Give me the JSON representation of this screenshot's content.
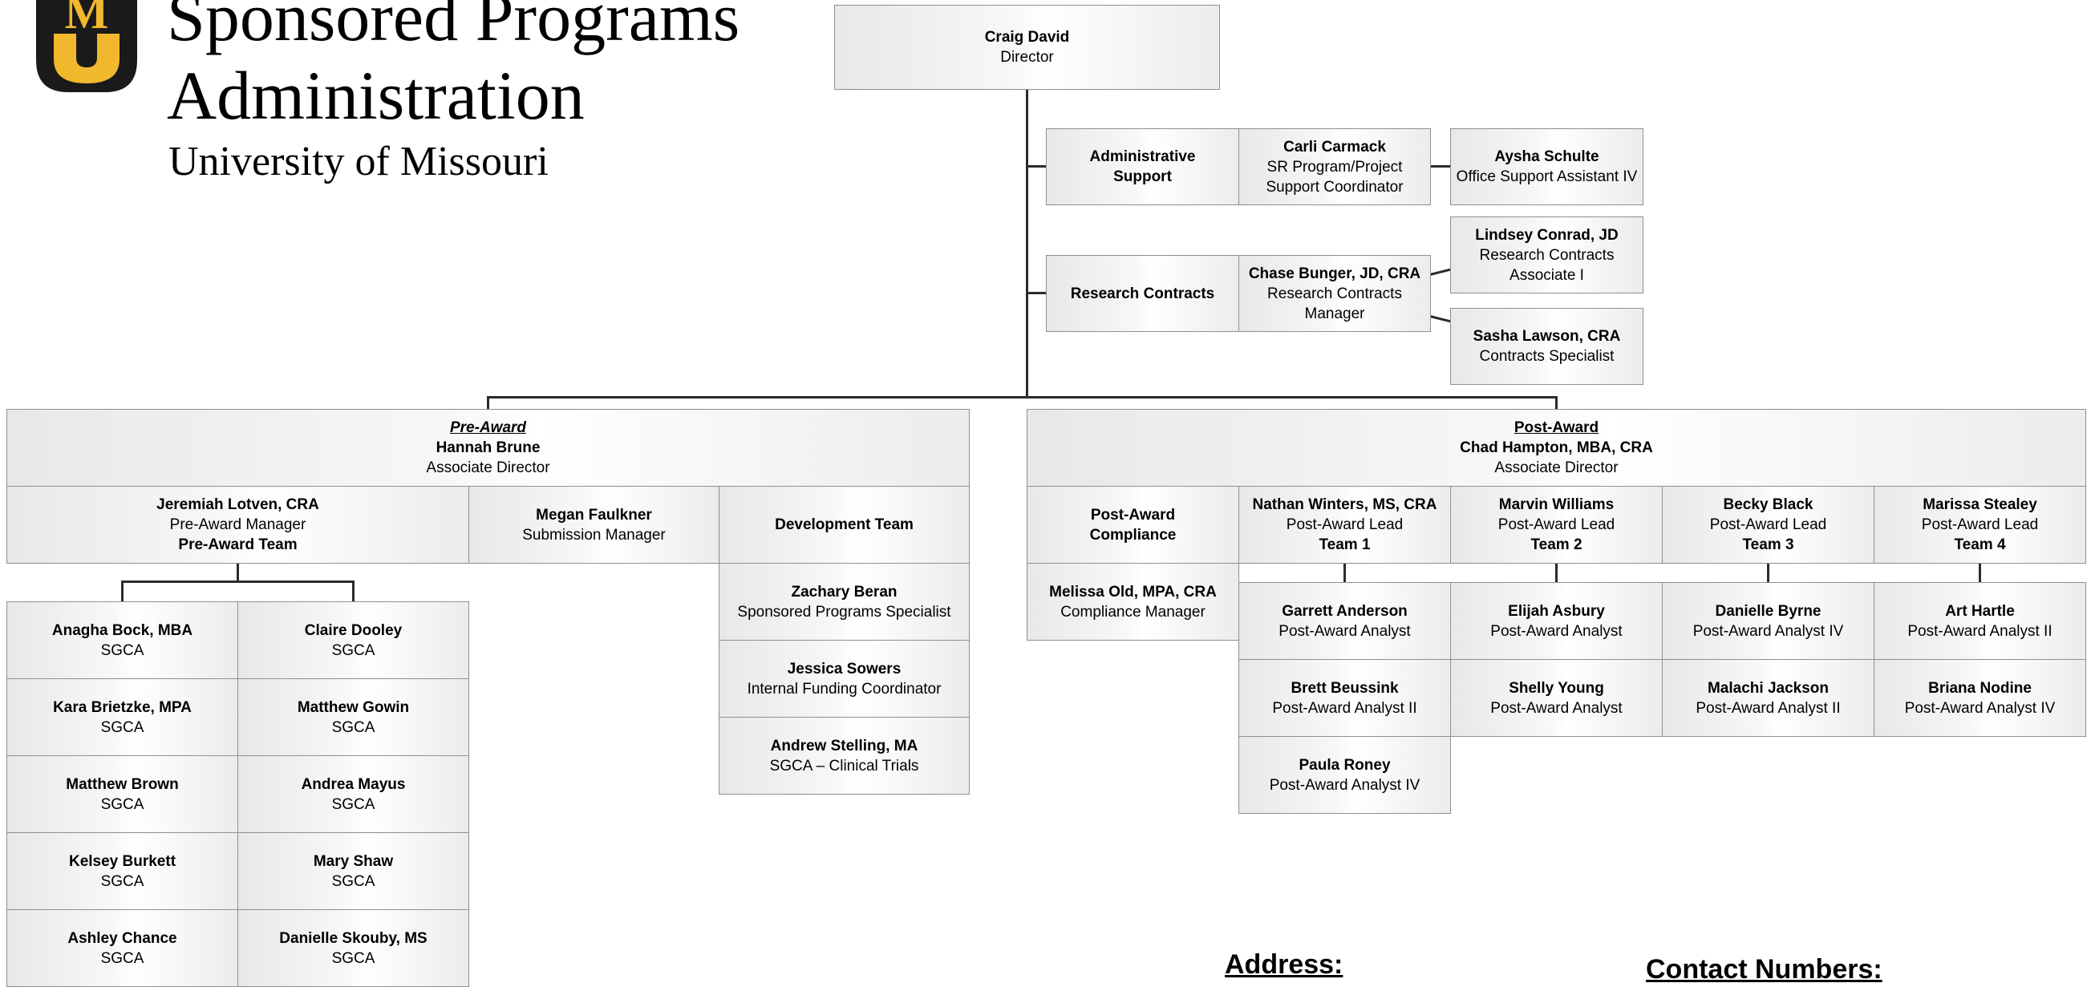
{
  "header": {
    "line1": "Sponsored Programs",
    "line2": "Administration",
    "line3": "University of Missouri",
    "logo_letters": "MU"
  },
  "director": {
    "name": "Craig David",
    "title": "Director"
  },
  "admin_support": {
    "label": "Administrative Support",
    "lead": {
      "name": "Carli Carmack",
      "title": "SR Program/Project Support Coordinator"
    },
    "staff": {
      "name": "Aysha Schulte",
      "title": "Office Support Assistant IV"
    }
  },
  "research_contracts": {
    "label": "Research Contracts",
    "lead": {
      "name": "Chase Bunger, JD, CRA",
      "title": "Research Contracts Manager"
    },
    "staff": [
      {
        "name": "Lindsey Conrad, JD",
        "title": "Research Contracts Associate I"
      },
      {
        "name": "Sasha Lawson, CRA",
        "title": "Contracts Specialist"
      }
    ]
  },
  "pre_award": {
    "heading": "Pre-Award",
    "name": "Hannah Brune",
    "title": "Associate Director",
    "manager": {
      "name": "Jeremiah Lotven, CRA",
      "title": "Pre-Award Manager",
      "team": "Pre-Award Team"
    },
    "submission": {
      "name": "Megan Faulkner",
      "title": "Submission Manager"
    },
    "dev_team_label": "Development Team",
    "dev_team": [
      {
        "name": "Zachary Beran",
        "title": "Sponsored Programs Specialist"
      },
      {
        "name": "Jessica Sowers",
        "title": "Internal Funding Coordinator"
      },
      {
        "name": "Andrew Stelling, MA",
        "title": "SGCA – Clinical Trials"
      }
    ],
    "team_left": [
      {
        "name": "Anagha Bock, MBA",
        "title": "SGCA"
      },
      {
        "name": "Kara Brietzke, MPA",
        "title": "SGCA"
      },
      {
        "name": "Matthew Brown",
        "title": "SGCA"
      },
      {
        "name": "Kelsey Burkett",
        "title": "SGCA"
      },
      {
        "name": "Ashley Chance",
        "title": "SGCA"
      }
    ],
    "team_right": [
      {
        "name": "Claire Dooley",
        "title": "SGCA"
      },
      {
        "name": "Matthew Gowin",
        "title": "SGCA"
      },
      {
        "name": "Andrea Mayus",
        "title": "SGCA"
      },
      {
        "name": "Mary Shaw",
        "title": "SGCA"
      },
      {
        "name": "Danielle Skouby, MS",
        "title": "SGCA"
      }
    ]
  },
  "post_award": {
    "heading": "Post-Award",
    "name": "Chad Hampton, MBA, CRA",
    "title": "Associate Director",
    "compliance_label": "Post-Award Compliance",
    "compliance": {
      "name": "Melissa Old, MPA, CRA",
      "title": "Compliance Manager"
    },
    "leads": [
      {
        "name": "Nathan Winters, MS, CRA",
        "title": "Post-Award Lead",
        "team": "Team 1"
      },
      {
        "name": "Marvin Williams",
        "title": "Post-Award Lead",
        "team": "Team 2"
      },
      {
        "name": "Becky Black",
        "title": "Post-Award Lead",
        "team": "Team 3"
      },
      {
        "name": "Marissa Stealey",
        "title": "Post-Award Lead",
        "team": "Team 4"
      }
    ],
    "team1": [
      {
        "name": "Garrett Anderson",
        "title": "Post-Award Analyst"
      },
      {
        "name": "Brett Beussink",
        "title": "Post-Award Analyst II"
      },
      {
        "name": "Paula Roney",
        "title": "Post-Award Analyst IV"
      }
    ],
    "team2": [
      {
        "name": "Elijah Asbury",
        "title": "Post-Award Analyst"
      },
      {
        "name": "Shelly Young",
        "title": "Post-Award Analyst"
      }
    ],
    "team3": [
      {
        "name": "Danielle Byrne",
        "title": "Post-Award Analyst IV"
      },
      {
        "name": "Malachi Jackson",
        "title": "Post-Award Analyst II"
      }
    ],
    "team4": [
      {
        "name": "Art Hartle",
        "title": "Post-Award Analyst II"
      },
      {
        "name": "Briana Nodine",
        "title": "Post-Award Analyst IV"
      }
    ]
  },
  "footer": {
    "address": "Address:",
    "contact": "Contact Numbers:"
  },
  "colors": {
    "logo_bg": "#1a1a1a",
    "logo_gold": "#f1b82d",
    "box_border": "#8f8f8f",
    "line": "#2b2b2b"
  }
}
